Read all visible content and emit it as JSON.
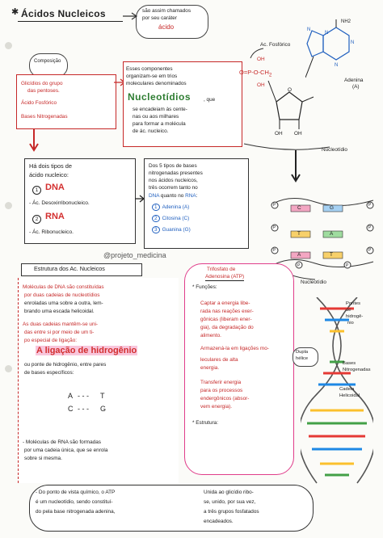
{
  "title": "Ácidos Nucleicos",
  "title_note": [
    "são assim chamados",
    "por seu caráter"
  ],
  "title_note_acid": "ácido",
  "composicao": {
    "label": "Composição",
    "items": [
      "Glicídios do grupo",
      "das pentoses.",
      "Ácido Fosfórico",
      "Bases Nitrogenadas"
    ]
  },
  "nucleotideo_box": {
    "lines": [
      "Esses componentes",
      "organizam-se em trios",
      "moleculares denominados"
    ],
    "keyword": "Nucleotídios",
    "rest": [
      ", que",
      "se encadeiam às cente-",
      "nas ou aos milhares",
      "para formar a molécula",
      "de ác. nucleico."
    ]
  },
  "molecule": {
    "phosphoric": "Ac. Fosfórico",
    "oh1": "OH",
    "formula": "O=P-O-CH",
    "sub2": "2",
    "oh2": "OH",
    "ring_o": "O",
    "oh3": "OH",
    "oh4": "OH",
    "adenina": [
      "Adenina",
      "(A)"
    ],
    "nh2": "NH",
    "nucleotideo_label": "Nucleotídio"
  },
  "tipos": {
    "lines": [
      "Há dois tipos de",
      "ácido nucleico:"
    ],
    "one": "1",
    "dna": "DNA",
    "dna_desc": "- Ác. Desoxirribonucleico.",
    "two": "2",
    "rna": "RNA",
    "rna_desc": "- Ác. Ribonucleico."
  },
  "bases": {
    "lines": [
      "Dos 5 tipos de bases",
      "nitrogenadas presentes",
      "nos ácidos nucleicos,",
      "três ocorrem tanto no"
    ],
    "dna_word": "DNA",
    "mid": " quanto no ",
    "rna_word": "RNA",
    "colon": ":",
    "items": [
      {
        "n": "1",
        "text": "Adenina (A)"
      },
      {
        "n": "2",
        "text": "Citosina (C)"
      },
      {
        "n": "3",
        "text": "Guanina (G)"
      }
    ]
  },
  "watermark": "@projeto_medicina",
  "estrutura": {
    "title": "Estrutura dos Ac. Nucleicos",
    "p1": [
      "Moléculas de DNA são constituídas",
      "por duas cadeias de nucleotídios",
      "enroladas uma sobre a outra, lem-",
      "brando uma escada helicoidal."
    ],
    "p2": [
      "As duas cadeias mantêm-se uni-",
      "das entre si por meio de um ti-",
      "po especial de ligação:"
    ],
    "ligacao": "A ligação de hidrogênio",
    "p3": [
      "ou ponte de hidrogênio, entre pares",
      "de bases específicos:"
    ],
    "pairs": [
      [
        "A",
        "T"
      ],
      [
        "C",
        "G"
      ]
    ],
    "p4": [
      "- Moléculas de RNA são formadas",
      "por uma cadeia única, que se enrola",
      "sobre si mesma."
    ]
  },
  "helix": {
    "labels": [
      "P",
      "P",
      "P",
      "P",
      "P",
      "P",
      "P",
      "P"
    ],
    "pair_letters": [
      "C",
      "G",
      "T",
      "A",
      "A",
      "T"
    ],
    "nucleotideo": "Nucleotídio",
    "pontes": [
      "Pontes",
      "de",
      "hidrogê-",
      "nio"
    ],
    "dupla": [
      "Dupla",
      "hélice"
    ],
    "bases": [
      "Bases",
      "Nitrogenadas"
    ],
    "cadeia": [
      "Cadeia",
      "Helicoidal"
    ]
  },
  "atp": {
    "title": [
      "Trifosfato de",
      "Adenosina (ATP)"
    ],
    "funcoes": "* Funções:",
    "f1": [
      "Captar a energia libe-",
      "rada nas reações exer-",
      "gônicas (liberam ener-",
      "gia), da degradação do",
      "alimento."
    ],
    "f2": [
      "Armazená-la em ligações mo-",
      "leculares de alta",
      "energia."
    ],
    "f3": [
      "Transferir energia",
      "para os processos",
      "endergônicos (absor-",
      "vem energia)."
    ],
    "estrutura": "* Estrutura:"
  },
  "bottom": {
    "left": [
      "- Do ponto de vista químico, o ATP",
      "é um nucleotídio, sendo constituí-",
      "do pela base nitrogenada adenina,"
    ],
    "right": [
      "Unida ao glicídio ribo-",
      "se, unido, por sua vez,",
      "a três grupos fosfatados",
      "encadeados."
    ]
  }
}
